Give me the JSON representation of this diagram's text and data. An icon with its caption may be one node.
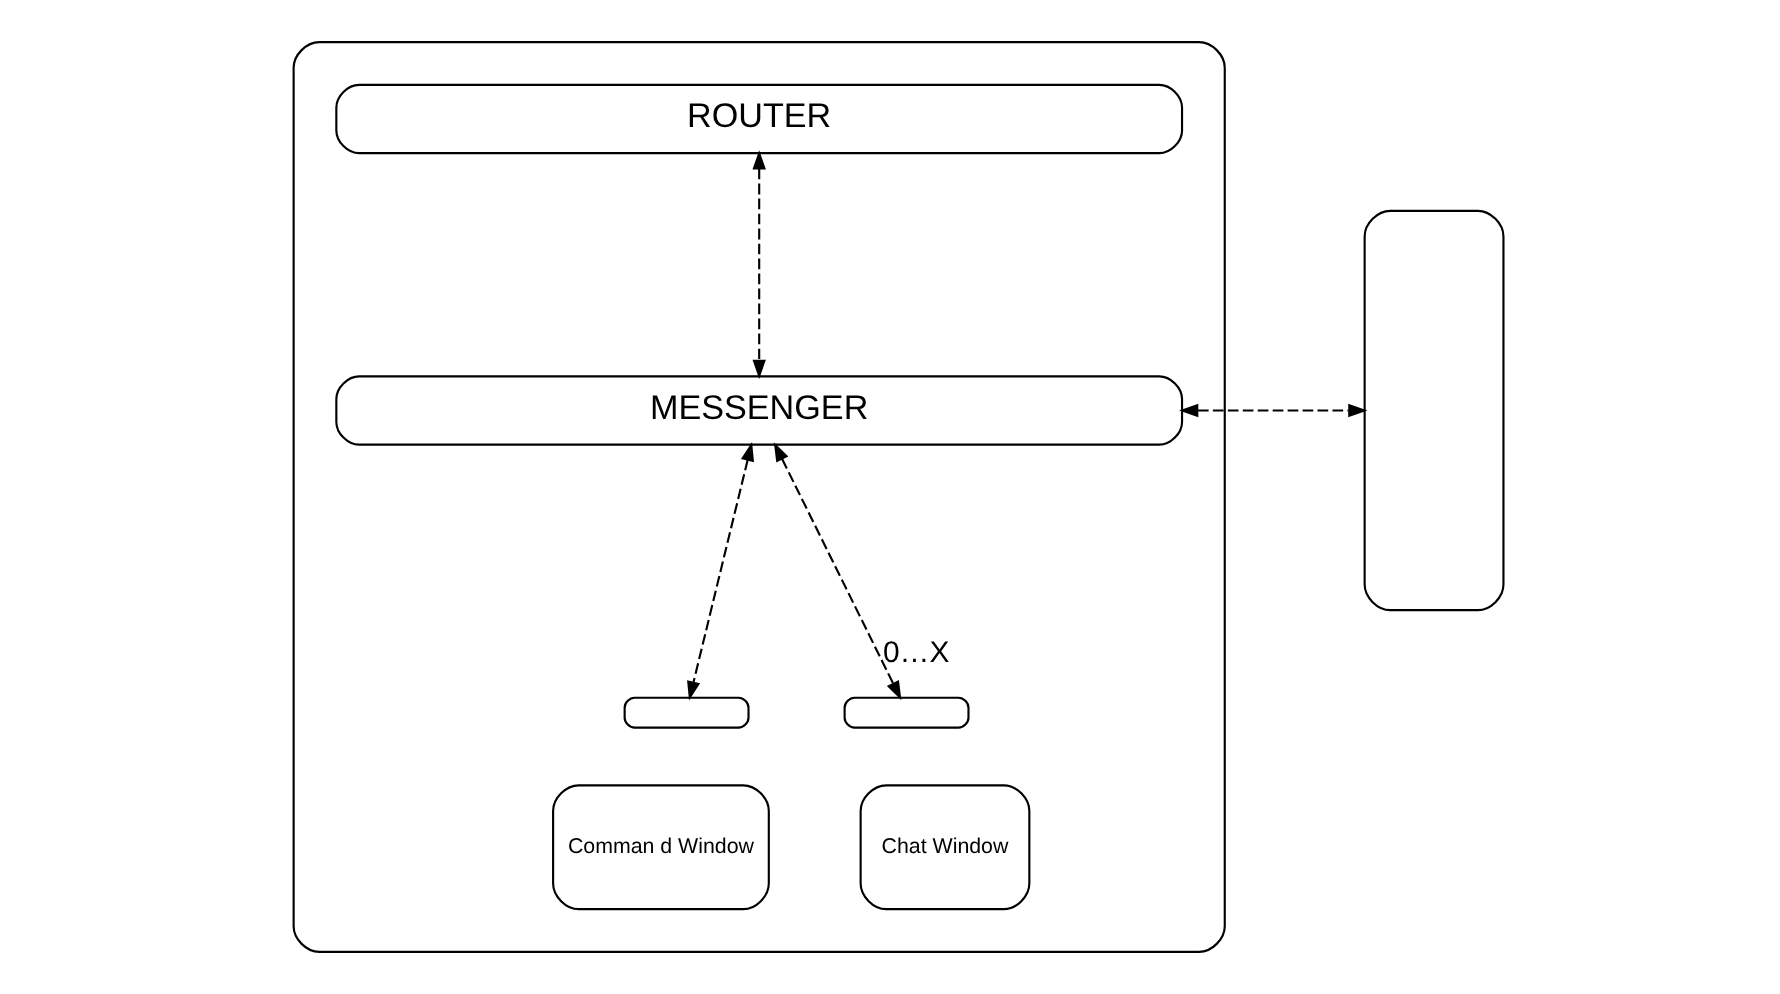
{
  "diagram": {
    "nodes": [
      {
        "text": [],
        "shape": "box"
      },
      {
        "text": [
          "ROUTER"
        ],
        "in": 0
      },
      {
        "text": [
          "MESSENGER"
        ],
        "in": 0
      },
      {
        "text": [],
        "shape": "box",
        "in": 0
      },
      {
        "text": [
          "Comman d Window"
        ],
        "in": 0
      },
      {
        "text": [],
        "shape": "box",
        "in": 0
      },
      {
        "text": [
          "Chat Window"
        ],
        "in": 0
      },
      {
        "text": [],
        "shape": "box"
      }
    ],
    "edges": [
      {
        "from": 1,
        "to": 2,
        "arrow": "both",
        "style": "dashed"
      },
      {
        "from": 2,
        "to": 7,
        "arrow": "both",
        "style": "dashed"
      },
      {
        "from": 2,
        "to": 3,
        "arrow": "both",
        "style": "dashed"
      },
      {
        "from": 2,
        "to": 5,
        "arrow": "both",
        "style": "dashed",
        "label": "0…X"
      }
    ]
  }
}
